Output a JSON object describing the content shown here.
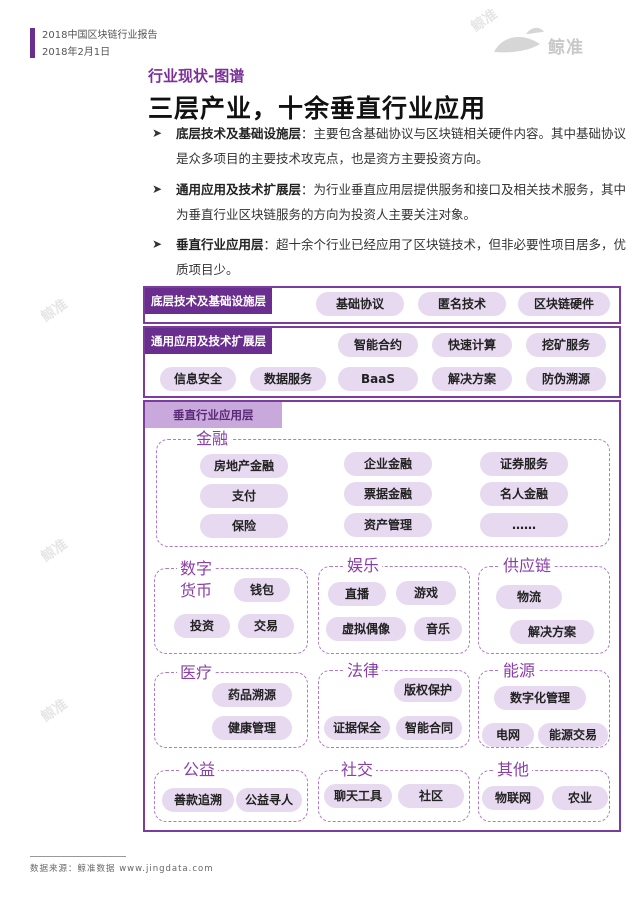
{
  "header": {
    "line1": "2018中国区块链行业报告",
    "line2": "2018年2月1日",
    "logo_text": "鲸准",
    "brand_color": "#6a2f8e"
  },
  "section_label": "行业现状-图谱",
  "title": "三层产业，十余垂直行业应用",
  "bullets": [
    {
      "head": "底层技术及基础设施层",
      "body": "：主要包含基础协议与区块链相关硬件内容。其中基础协议是众多项目的主要技术攻克点，也是资方主要投资方向。"
    },
    {
      "head": "通用应用及技术扩展层",
      "body": "：为行业垂直应用层提供服务和接口及相关技术服务，其中为垂直行业区块链服务的方向为投资人主要关注对象。"
    },
    {
      "head": "垂直行业应用层",
      "body": "：超十余个行业已经应用了区块链技术，但非必要性项目居多，优质项目少。"
    }
  ],
  "layers": {
    "base": {
      "label": "底层技术及基础设施层",
      "items": [
        "基础协议",
        "匿名技术",
        "区块链硬件"
      ]
    },
    "general": {
      "label": "通用应用及技术扩展层",
      "row1": [
        "智能合约",
        "快速计算",
        "挖矿服务"
      ],
      "row2": [
        "信息安全",
        "数据服务",
        "BaaS",
        "解决方案",
        "防伪溯源"
      ]
    },
    "vertical": {
      "label": "垂直行业应用层"
    }
  },
  "groups": {
    "finance": {
      "title": "金融",
      "items": [
        "房地产金融",
        "企业金融",
        "证券服务",
        "支付",
        "票据金融",
        "名人金融",
        "保险",
        "资产管理",
        "……"
      ]
    },
    "currency": {
      "title_line1": "数字",
      "title_line2": "货币",
      "items": [
        "钱包",
        "投资",
        "交易"
      ]
    },
    "entertainment": {
      "title": "娱乐",
      "items": [
        "直播",
        "游戏",
        "虚拟偶像",
        "音乐"
      ]
    },
    "supply": {
      "title": "供应链",
      "items": [
        "物流",
        "解决方案"
      ]
    },
    "medical": {
      "title": "医疗",
      "items": [
        "药品溯源",
        "健康管理"
      ]
    },
    "law": {
      "title": "法律",
      "items": [
        "版权保护",
        "证据保全",
        "智能合同"
      ]
    },
    "energy": {
      "title": "能源",
      "items": [
        "数字化管理",
        "电网",
        "能源交易"
      ]
    },
    "charity": {
      "title": "公益",
      "items": [
        "善款追溯",
        "公益寻人"
      ]
    },
    "social": {
      "title": "社交",
      "items": [
        "聊天工具",
        "社区"
      ]
    },
    "other": {
      "title": "其他",
      "items": [
        "物联网",
        "农业"
      ]
    }
  },
  "footer": "数据来源：鲸准数据  www.jingdata.com"
}
